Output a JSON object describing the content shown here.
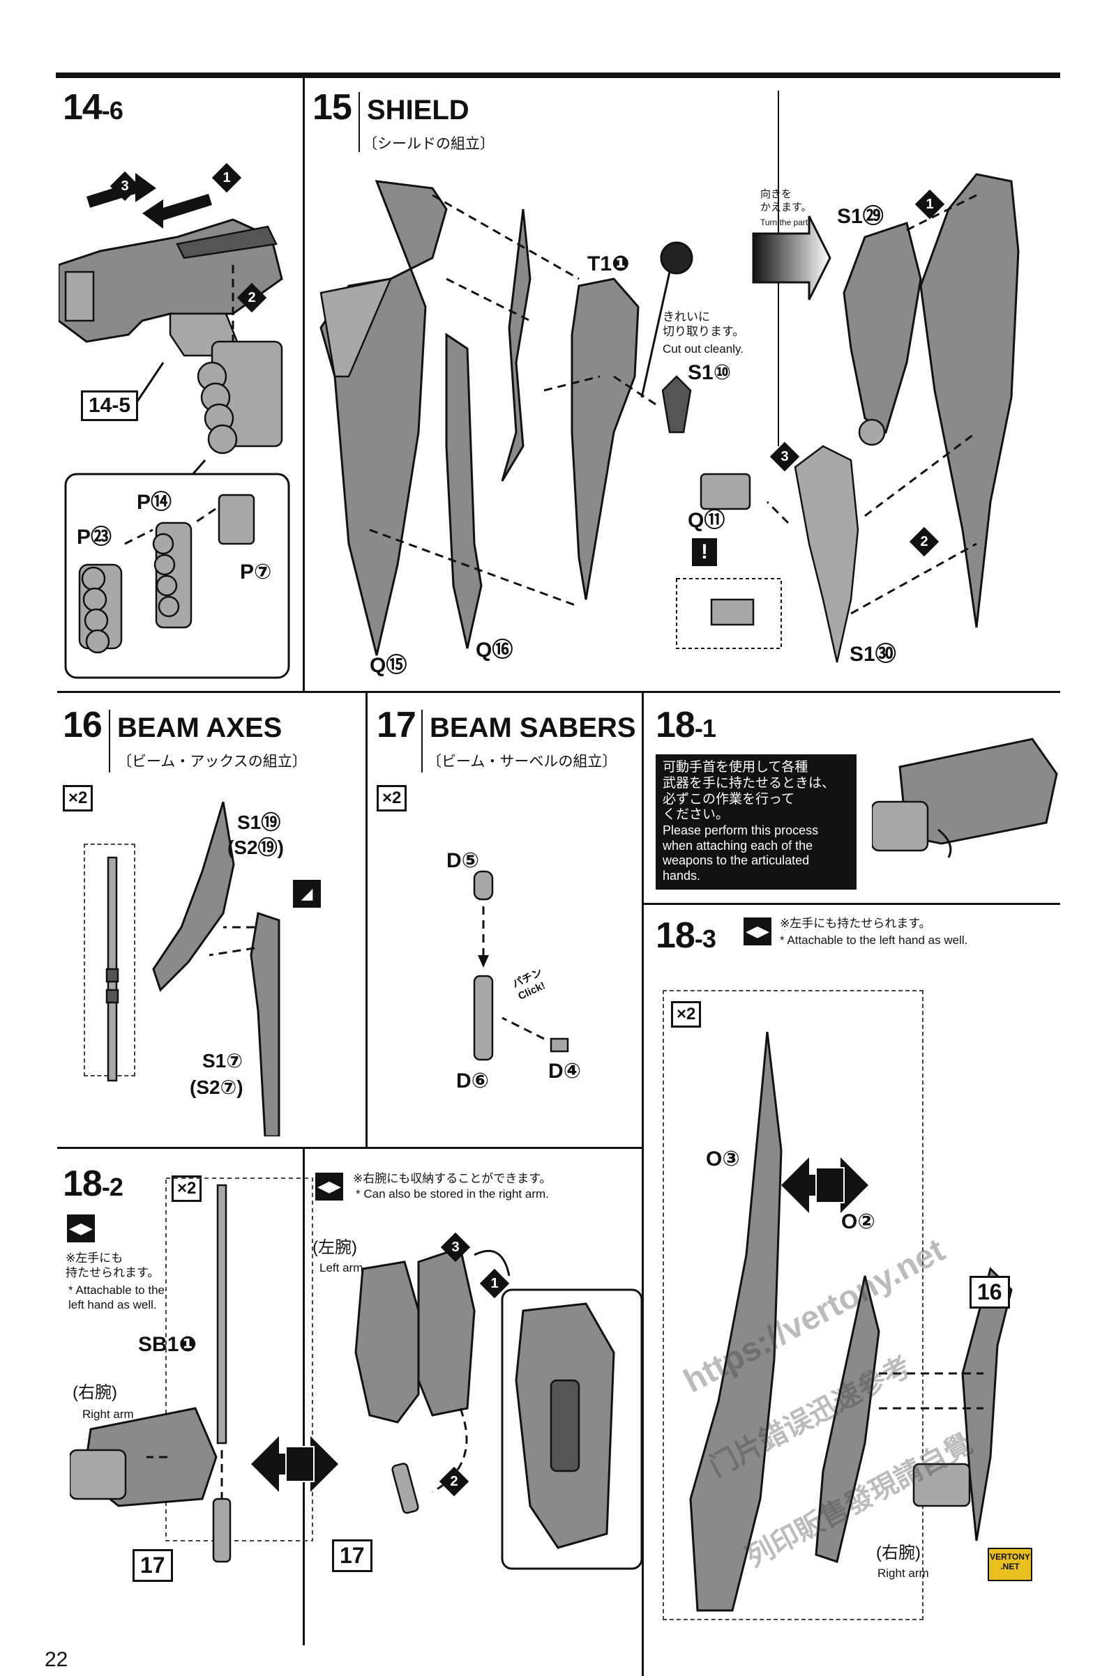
{
  "steps": {
    "s14_6": {
      "num": "14",
      "sub": "-6",
      "ref": "14-5",
      "ptA": "P",
      "ptA_n": "㉓",
      "ptB": "P",
      "ptB_n": "⑭",
      "ptC": "P",
      "ptC_n": "⑦",
      "order": [
        "3",
        "1",
        "2"
      ]
    },
    "s15": {
      "num": "15",
      "title": "SHIELD",
      "subtitle": "〔シールドの組立〕",
      "turn_jp": "向きを\nかえます。",
      "turn_en": "Turn the part.",
      "cut_jp": "きれいに\n切り取ります。",
      "cut_en": "Cut out cleanly.",
      "parts": {
        "t1": "T1",
        "t1_n": "❶",
        "s1a": "S1",
        "s1a_n": "⑩",
        "s1b": "S1",
        "s1b_n": "㉙",
        "s1c": "S1",
        "s1c_n": "㉚",
        "q11": "Q",
        "q11_n": "⑪",
        "q15": "Q",
        "q15_n": "⑮",
        "q16": "Q",
        "q16_n": "⑯"
      },
      "order": [
        "1",
        "2",
        "3"
      ]
    },
    "s16": {
      "num": "16",
      "title": "BEAM AXES",
      "subtitle": "〔ビーム・アックスの組立〕",
      "mult": "×2",
      "parts": {
        "a": "S1⑲",
        "a2": "(S2⑲)",
        "b": "S1⑦",
        "b2": "(S2⑦)"
      }
    },
    "s17": {
      "num": "17",
      "title": "BEAM SABERS",
      "subtitle": "〔ビーム・サーベルの組立〕",
      "mult": "×2",
      "click": "パチン\nClick!",
      "parts": {
        "d5": "D⑤",
        "d6": "D⑥",
        "d4": "D④"
      }
    },
    "s18_1": {
      "num": "18",
      "sub": "-1",
      "box_jp": "可動手首を使用して各種\n武器を手に持たせるときは、\n必ずこの作業を行って\nください。",
      "box_en": "Please perform this process\nwhen attaching each of the\nweapons to the articulated\nhands."
    },
    "s18_2": {
      "num": "18",
      "sub": "-2",
      "mult": "×2",
      "note_jp": "※左手にも\n持たせられます。",
      "note_en": "* Attachable to the\nleft hand as well.",
      "part": "SB1❶",
      "right_arm_jp": "(右腕)",
      "right_arm_en": "Right arm",
      "ref": "17",
      "store_jp": "※右腕にも収納することができます。",
      "store_en": "* Can also be stored in the right arm.",
      "left_arm_jp": "(左腕)",
      "left_arm_en": "Left arm",
      "ref2": "17"
    },
    "s18_3": {
      "num": "18",
      "sub": "-3",
      "mult": "×2",
      "note_jp": "※左手にも持たせられます。",
      "note_en": "* Attachable to the left hand as well.",
      "parts": {
        "o3": "O③",
        "o2": "O②"
      },
      "ref": "16",
      "right_arm_jp": "(右腕)",
      "right_arm_en": "Right arm"
    }
  },
  "watermark": {
    "url": "https://vertony.net",
    "cn1": "门片錯误迅速參考",
    "cn2": "列印販售發現請自覺",
    "badge": "VERTONY\n.NET"
  },
  "page_number": "22"
}
